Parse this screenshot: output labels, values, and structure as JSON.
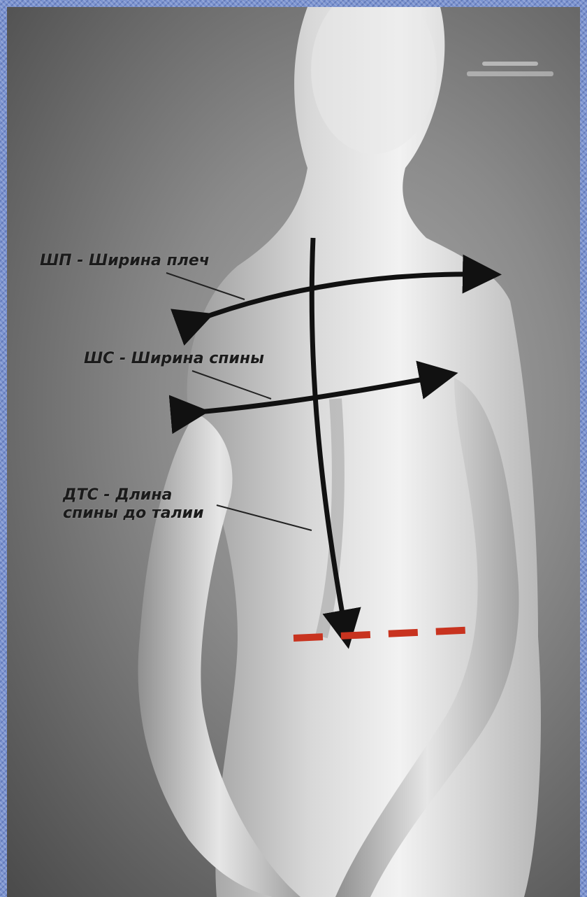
{
  "labels": {
    "shoulder_width": "ШП - Ширина плеч",
    "back_width": "ШС - Ширина спины",
    "back_length_line1": "ДТС - Длина",
    "back_length_line2": "спины до талии"
  },
  "colors": {
    "frame": "#7b93d0",
    "arrows": "#111111",
    "waistline": "#c8331f"
  }
}
